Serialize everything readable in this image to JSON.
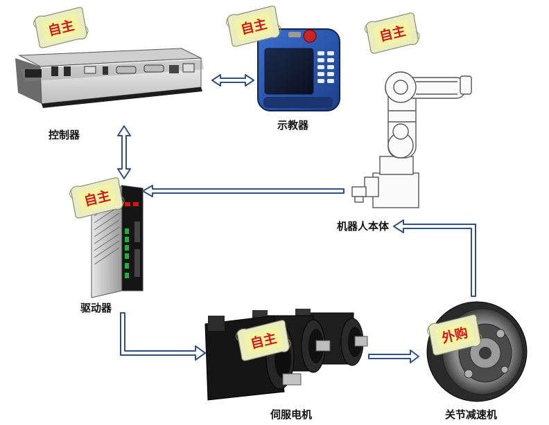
{
  "components": {
    "controller": {
      "label": "控制器",
      "tag": "自主"
    },
    "teach_pendant": {
      "label": "示教器",
      "tag": "自主"
    },
    "robot_body": {
      "label": "机器人本体",
      "tag": "自主"
    },
    "driver": {
      "label": "驱动器",
      "tag": "自主"
    },
    "servo_motor": {
      "label": "伺服电机",
      "tag": "自主"
    },
    "reducer": {
      "label": "关节减速机",
      "tag": "外购"
    }
  },
  "colors": {
    "arrow_fill": "#ffffff",
    "arrow_outline": "#2f4f86",
    "tag_fill": "#e9edc0",
    "tag_text": "#d01818",
    "tag_inner": "#f4f3a0"
  }
}
